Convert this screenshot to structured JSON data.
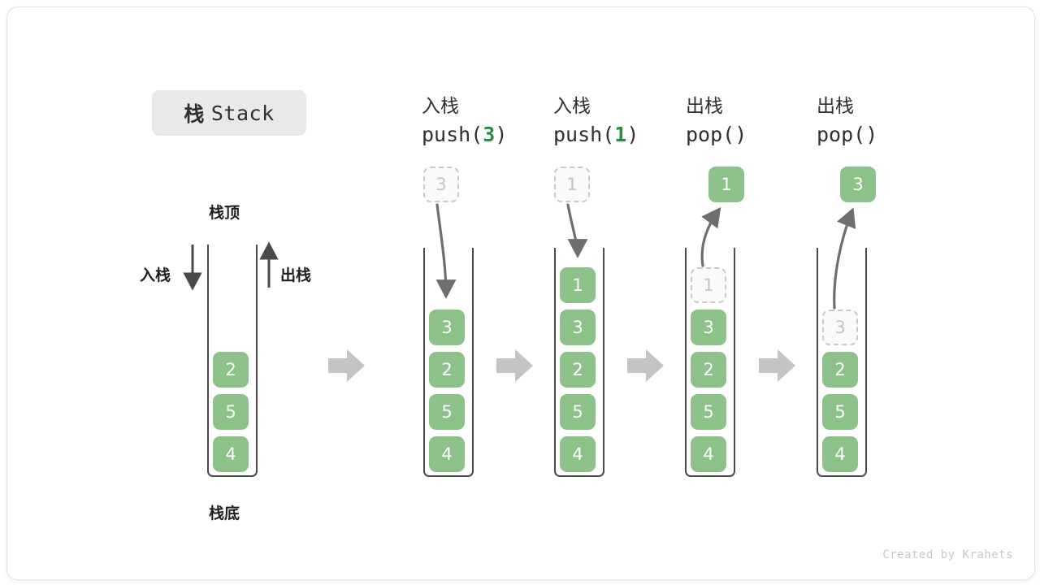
{
  "title": {
    "cn": "栈",
    "en": "Stack"
  },
  "labels": {
    "top": "栈顶",
    "bottom": "栈底",
    "push": "入栈",
    "pop": "出栈"
  },
  "footer": "Created by Krahets",
  "colors": {
    "element_green": "#8cc28a",
    "ghost_border": "#c9c9c9",
    "ghost_text": "#c4c4c4",
    "tube_stroke": "#4a4a4a",
    "block_arrow": "#c4c4c4",
    "curve_arrow": "#6e6e6e",
    "badge_bg": "#e9e9e9",
    "code_number": "#2e8b45"
  },
  "stages": [
    {
      "id": "initial",
      "caption_cn": "",
      "caption_code": "",
      "caption_code_arg": "",
      "elements": [
        "2",
        "5",
        "4"
      ],
      "ghost_index": -1,
      "floating": null
    },
    {
      "id": "push-3",
      "caption_cn": "入栈",
      "caption_code_prefix": "push(",
      "caption_code_arg": "3",
      "caption_code_suffix": ")",
      "elements": [
        "3",
        "2",
        "5",
        "4"
      ],
      "ghost_index": -1,
      "floating": {
        "value": "3",
        "style": "ghost"
      }
    },
    {
      "id": "push-1",
      "caption_cn": "入栈",
      "caption_code_prefix": "push(",
      "caption_code_arg": "1",
      "caption_code_suffix": ")",
      "elements": [
        "1",
        "3",
        "2",
        "5",
        "4"
      ],
      "ghost_index": -1,
      "floating": {
        "value": "1",
        "style": "ghost"
      }
    },
    {
      "id": "pop-1",
      "caption_cn": "出栈",
      "caption_code_prefix": "pop(",
      "caption_code_arg": "",
      "caption_code_suffix": ")",
      "elements": [
        "1",
        "3",
        "2",
        "5",
        "4"
      ],
      "ghost_index": 0,
      "floating": {
        "value": "1",
        "style": "solid"
      }
    },
    {
      "id": "pop-3",
      "caption_cn": "出栈",
      "caption_code_prefix": "pop(",
      "caption_code_arg": "",
      "caption_code_suffix": ")",
      "elements": [
        "3",
        "2",
        "5",
        "4"
      ],
      "ghost_index": 0,
      "floating": {
        "value": "3",
        "style": "solid"
      }
    }
  ]
}
